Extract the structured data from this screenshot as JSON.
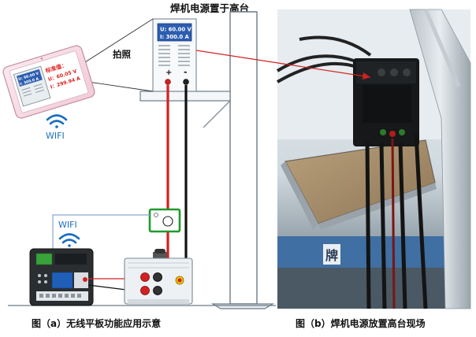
{
  "panel_a": {
    "title": "焊机电源置于高台",
    "photo_label": "拍照",
    "display": {
      "voltage": "U: 60.00 V",
      "current": "I: 300.0 A"
    },
    "tablet": {
      "voltage": "U: 60.00 V",
      "current": "I: 300.0 A",
      "standard_label": "标准值：",
      "standard_voltage": "U：60.05 V",
      "standard_current": "I：299.94 A"
    },
    "wifi_label_tablet": "WIFI",
    "wifi_label_device": "WIFI",
    "plus": "+",
    "minus": "-",
    "caption": "图（a）无线平板功能应用示意"
  },
  "panel_b": {
    "sign_char": "牌",
    "caption": "图（b）焊机电源放置高台现场"
  },
  "colors": {
    "red_wire": "#d42020",
    "black_wire": "#111111",
    "green_clamp": "#1f9a2e",
    "wifi_blue": "#1a6fc0"
  }
}
